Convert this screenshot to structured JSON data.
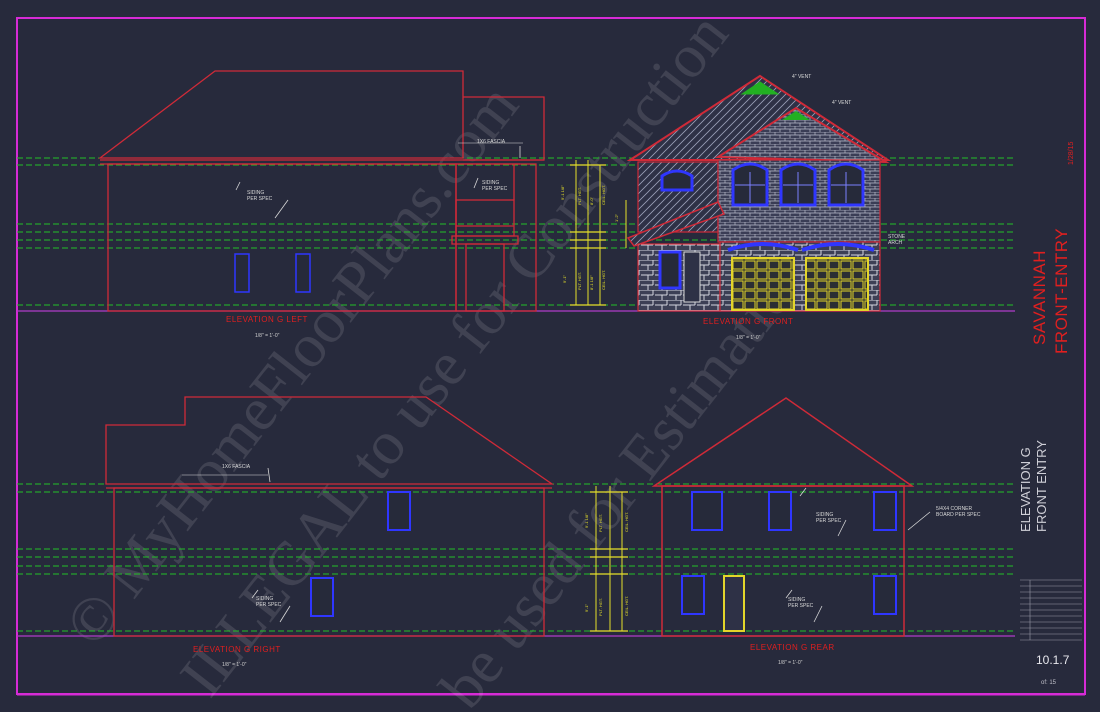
{
  "sheet": {
    "project_name": "SAVANNAH",
    "project_sub": "FRONT-ENTRY",
    "elevation_title": "ELEVATION G",
    "elevation_sub": "FRONT ENTRY",
    "sheet_number": "10.1.7",
    "sheet_of": "of: 15",
    "date_small": "1/28/15"
  },
  "watermark": {
    "line1": "© MyHomeFloorPlans.com",
    "line2": "ILLEGAL to use for Construction",
    "line3": "be used for Estimations"
  },
  "elevations": {
    "left": {
      "title": "ELEVATION G LEFT",
      "scale": "1/8\" = 1'-0\"",
      "fascia": "1X6 FASCIA",
      "siding_a": "SIDING\nPER SPEC",
      "siding_b": "SIDING\nPER SPEC"
    },
    "front": {
      "title": "ELEVATION G FRONT",
      "scale": "1/8\" = 1'-0\"",
      "vent_top": "4\" VENT",
      "vent_right": "4\" VENT",
      "stone_arch": "STONE\nARCH"
    },
    "right": {
      "title": "ELEVATION G RIGHT",
      "scale": "1/8\" = 1'-0\"",
      "fascia": "1X6 FASCIA",
      "siding": "SIDING\nPER SPEC"
    },
    "rear": {
      "title": "ELEVATION G REAR",
      "scale": "1/8\" = 1'-0\"",
      "siding_a": "SIDING\nPER SPEC",
      "siding_b": "SIDING\nPER SPEC",
      "corner_board": "5/4X4 CORNER\nBOARD PER SPEC"
    }
  },
  "dims": {
    "plt_hgt": "PLT. HGT.",
    "ceil_hgt": "CEIL. HGT.",
    "upper": "9'-1 1/8\"",
    "upper_ceil": "8'-0\"",
    "lower": "9'-1\"",
    "lower_b": "8'-1 1/8\"",
    "floor": "1'-2\""
  },
  "colors": {
    "background": "#272a3c",
    "sheet_border": "#d62bd6",
    "walls": "#cf2a38",
    "levels": "#23c027",
    "windows": "#2f36ff",
    "dims": "#e6e02a",
    "notes": "#d9d9d9",
    "title_red": "#e01f1f"
  }
}
